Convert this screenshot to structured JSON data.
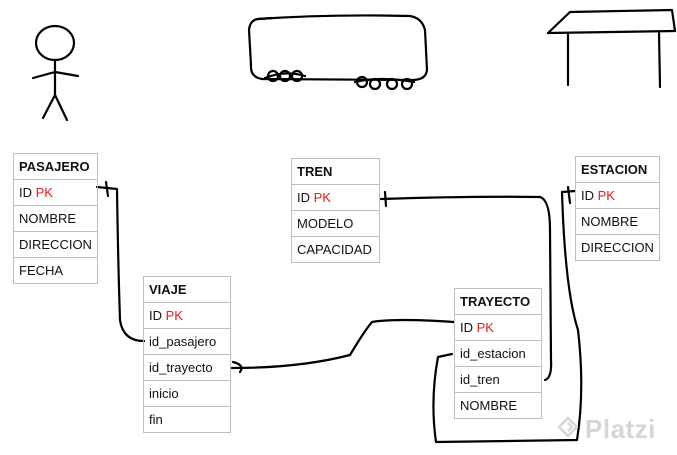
{
  "entities": {
    "pasajero": {
      "title": "PASAJERO",
      "rows": [
        {
          "label": "ID",
          "pk": "PK"
        },
        {
          "label": "NOMBRE",
          "pk": ""
        },
        {
          "label": "DIRECCION",
          "pk": ""
        },
        {
          "label": "FECHA",
          "pk": ""
        }
      ]
    },
    "tren": {
      "title": "TREN",
      "rows": [
        {
          "label": "ID",
          "pk": "PK"
        },
        {
          "label": "MODELO",
          "pk": ""
        },
        {
          "label": "CAPACIDAD",
          "pk": ""
        }
      ]
    },
    "estacion": {
      "title": "ESTACION",
      "rows": [
        {
          "label": "ID",
          "pk": "PK"
        },
        {
          "label": "NOMBRE",
          "pk": ""
        },
        {
          "label": "DIRECCION",
          "pk": ""
        }
      ]
    },
    "viaje": {
      "title": "VIAJE",
      "rows": [
        {
          "label": "ID",
          "pk": "PK"
        },
        {
          "label": "id_pasajero",
          "pk": ""
        },
        {
          "label": "id_trayecto",
          "pk": ""
        },
        {
          "label": "inicio",
          "pk": ""
        },
        {
          "label": "fin",
          "pk": ""
        }
      ]
    },
    "trayecto": {
      "title": "TRAYECTO",
      "rows": [
        {
          "label": "ID",
          "pk": "PK"
        },
        {
          "label": "id_estacion",
          "pk": ""
        },
        {
          "label": "id_tren",
          "pk": ""
        },
        {
          "label": "NOMBRE",
          "pk": ""
        }
      ]
    }
  },
  "colors": {
    "pk": "#e0201b",
    "border": "#bfbfbf",
    "line": "#000000"
  },
  "icons": [
    "person-sketch-icon",
    "train-sketch-icon",
    "station-sketch-icon",
    "platzi-logo-icon"
  ],
  "watermark": "Platzi"
}
